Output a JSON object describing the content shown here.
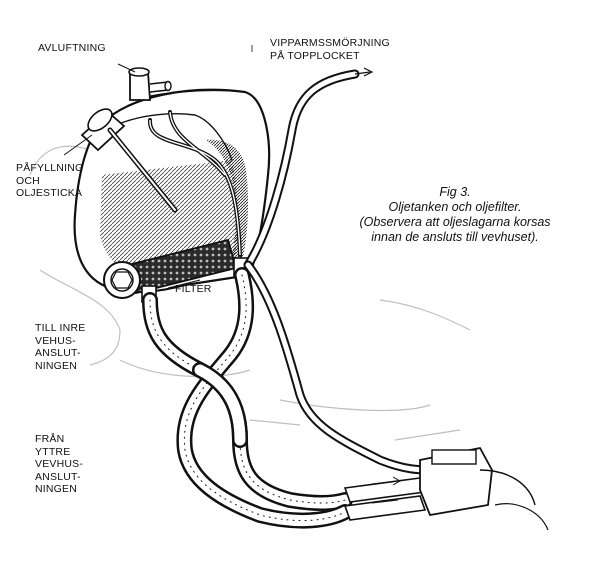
{
  "labels": {
    "avluftning": "AVLUFTNING",
    "vippar_1": "VIPPARMSSMÖRJNING",
    "vippar_2": "PÅ TOPPLOCKET",
    "pafyll_1": "PÅFYLLNING",
    "pafyll_2": "OCH",
    "pafyll_3": "OLJESTICKA",
    "filter": "FILTER",
    "inre_1": "TILL INRE",
    "inre_2": "VEHUS-",
    "inre_3": "ANSLUT-",
    "inre_4": "NINGEN",
    "yttre_1": "FRÅN",
    "yttre_2": "YTTRE",
    "yttre_3": "VEVHUS-",
    "yttre_4": "ANSLUT-",
    "yttre_5": "NINGEN"
  },
  "caption": {
    "line1": "Fig 3.",
    "line2": "Oljetanken och oljefilter.",
    "line3": "(Observera att oljeslagarna korsas",
    "line4": "innan de ansluts till vevhuset)."
  }
}
